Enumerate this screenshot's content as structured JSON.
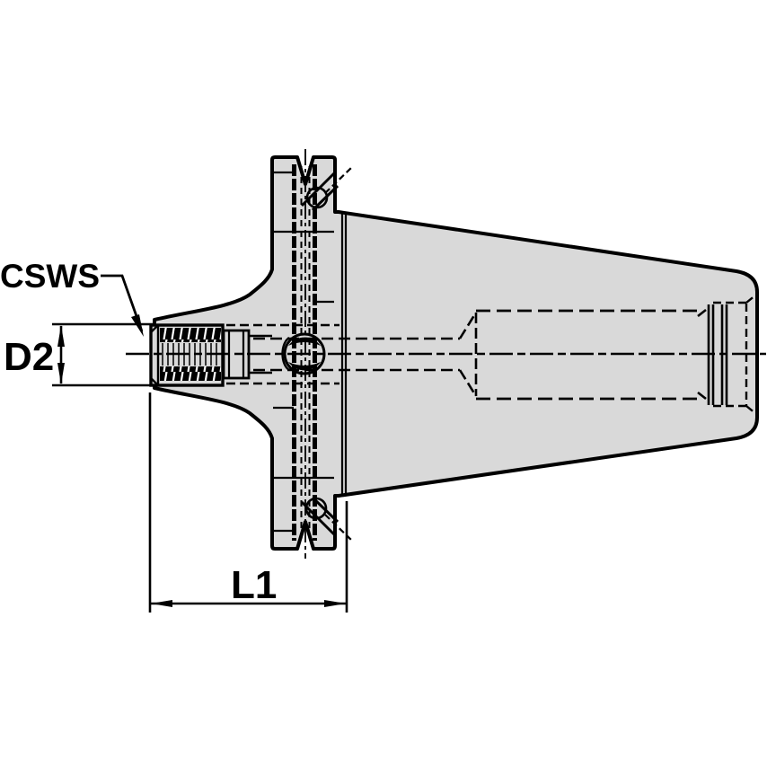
{
  "figure": {
    "title": "tool-holder-technical-drawing",
    "labels": {
      "connection_size": "CSWS",
      "diameter": "D2",
      "projection_length": "L1"
    },
    "colors": {
      "background": "#ffffff",
      "body_fill": "#d9d9d9",
      "line": "#000000",
      "text": "#000000"
    }
  }
}
